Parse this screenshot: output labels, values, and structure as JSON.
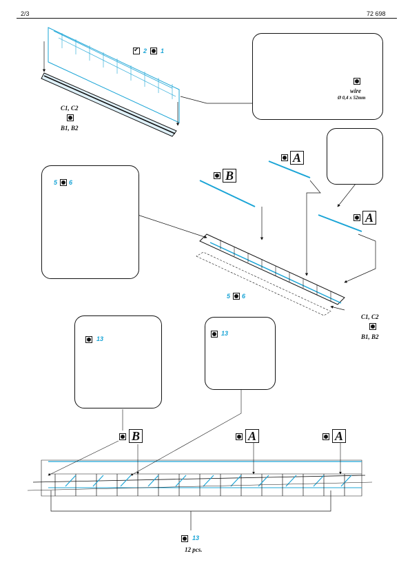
{
  "header": {
    "page_number": "2/3",
    "kit_code": "72 698"
  },
  "step1": {
    "parts_bottom": "2",
    "parts_1": "1",
    "labels": [
      "C1, C2",
      "B1, B2"
    ],
    "wire_label": "wire",
    "wire_size": "Ø 0,4 x 52mm"
  },
  "step2": {
    "letter_a": "A",
    "letter_b": "B",
    "parts_left": "5",
    "parts_right": "6",
    "labels": [
      "C1, C2",
      "B1, B2"
    ]
  },
  "step3": {
    "part_13": "13",
    "letter_a": "A",
    "letter_b": "B",
    "count": "12 pcs."
  },
  "colors": {
    "accent": "#19a4d6",
    "ink": "#111111"
  }
}
